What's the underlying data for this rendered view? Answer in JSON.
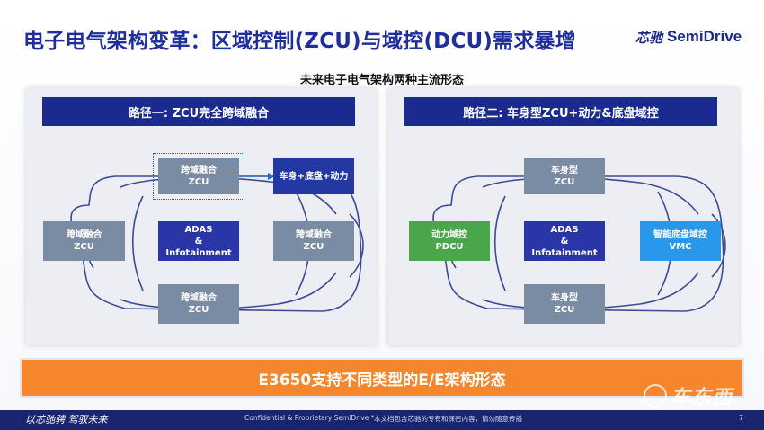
{
  "slide": {
    "title": "电子电气架构变革：区域控制(ZCU)与域控(DCU)需求暴增",
    "logo_cn": "芯驰",
    "logo_en": "SemiDrive",
    "subtitle": "未来电子电气架构两种主流形态"
  },
  "left_panel": {
    "header": "路径一: ZCU完全跨域融合",
    "top_zcu": {
      "line1": "跨域融合",
      "line2": "ZCU"
    },
    "target_box": "车身+底盘+动力",
    "left_zcu": {
      "line1": "跨域融合",
      "line2": "ZCU"
    },
    "center": {
      "line1": "ADAS",
      "line2": "&",
      "line3": "Infotainment"
    },
    "right_zcu": {
      "line1": "跨域融合",
      "line2": "ZCU"
    },
    "bottom_zcu": {
      "line1": "跨域融合",
      "line2": "ZCU"
    }
  },
  "right_panel": {
    "header": "路径二: 车身型ZCU+动力&底盘域控",
    "top_zcu": {
      "line1": "车身型",
      "line2": "ZCU"
    },
    "left_dcu": {
      "line1": "动力域控",
      "line2": "PDCU"
    },
    "center": {
      "line1": "ADAS",
      "line2": "&",
      "line3": "Infotainment"
    },
    "right_dcu": {
      "line1": "智能底盘域控",
      "line2": "VMC"
    },
    "bottom_zcu": {
      "line1": "车身型",
      "line2": "ZCU"
    }
  },
  "banner": {
    "text": "E3650支持不同类型的E/E架构形态"
  },
  "footer": {
    "slogan": "以芯驰骋  驾驭未来",
    "confidential": "Confidential & Proprietary SemiDrive *",
    "notice_cn": "本文档包含芯驰的专有和保密内容，请勿随意传播",
    "page": "7"
  },
  "watermark": {
    "text": "车东西"
  },
  "colors": {
    "title": "#1f2e9a",
    "header_bg": "#1a2a8e",
    "zcu_gray": "#7a8ba4",
    "center_navy": "#2a36a8",
    "pdcu_green": "#4aa64a",
    "vmc_blue": "#2997ea",
    "banner_orange": "#f5862c",
    "footer_bg": "#1a2570"
  }
}
